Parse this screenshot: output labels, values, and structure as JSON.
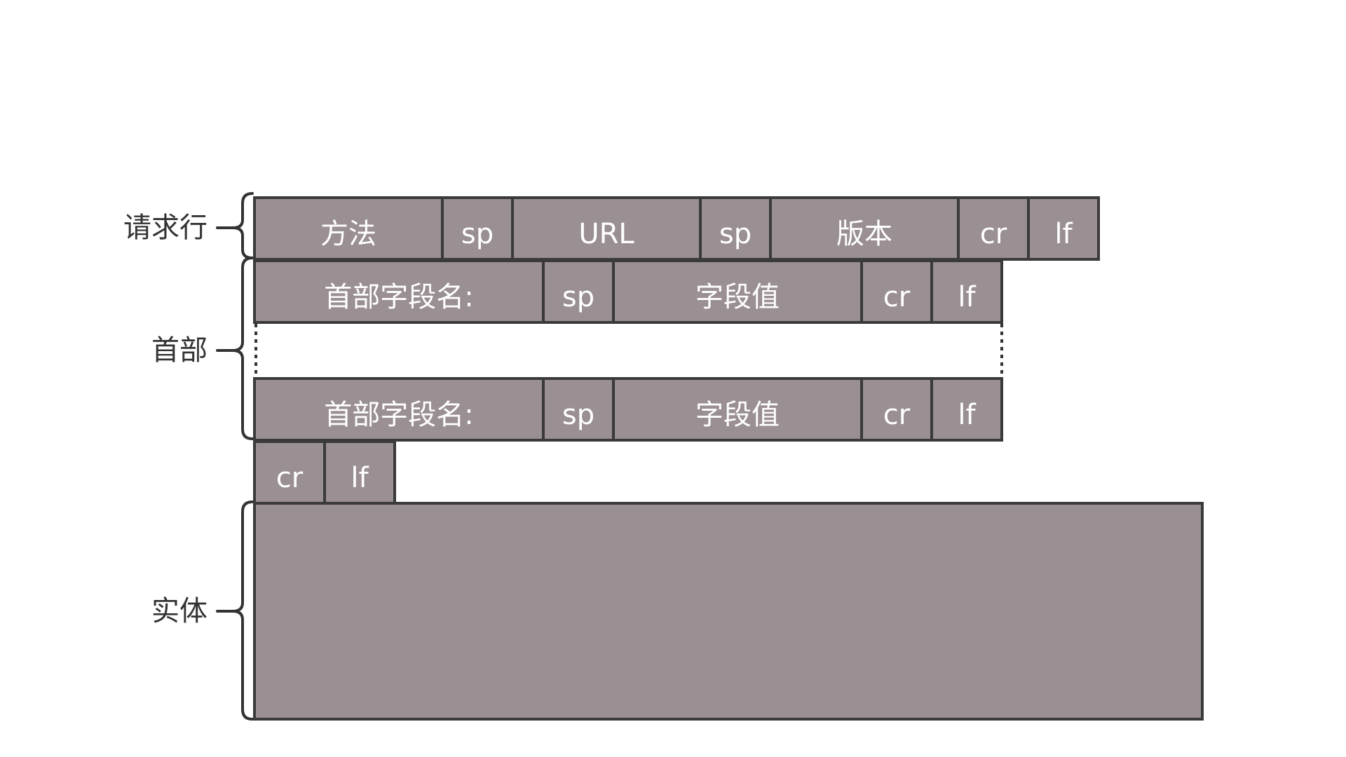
{
  "colors": {
    "cell_fill": "#9a8f92",
    "cell_stroke": "#3a3a3a",
    "text_on_cell": "#ffffff",
    "label_text": "#333333"
  },
  "sections": {
    "request_line": "请求行",
    "header": "首部",
    "entity": "实体"
  },
  "request_line": {
    "method": "方法",
    "sp1": "sp",
    "url": "URL",
    "sp2": "sp",
    "version": "版本",
    "cr": "cr",
    "lf": "lf"
  },
  "header_rows": [
    {
      "name": "首部字段名:",
      "sp": "sp",
      "value": "字段值",
      "cr": "cr",
      "lf": "lf"
    },
    {
      "name": "首部字段名:",
      "sp": "sp",
      "value": "字段值",
      "cr": "cr",
      "lf": "lf"
    }
  ],
  "blank_line": {
    "cr": "cr",
    "lf": "lf"
  },
  "entity_body": ""
}
